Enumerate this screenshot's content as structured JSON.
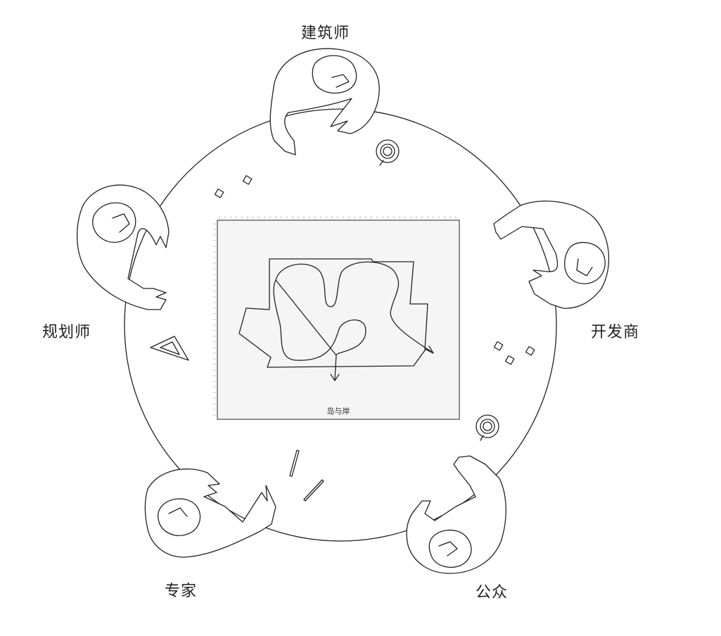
{
  "roles": {
    "architect": "建筑师",
    "planner": "规划师",
    "developer": "开发商",
    "expert": "专家",
    "public": "公众"
  },
  "plan": {
    "title": "岛与岸"
  },
  "colors": {
    "stroke": "#222222",
    "plan_fill": "#f5f5f5",
    "background": "#ffffff"
  },
  "objects": {
    "cups": [
      "coffee-cup",
      "coffee-cup"
    ],
    "tools": [
      "triangle-ruler",
      "pencil",
      "pencil"
    ],
    "notes": 5
  }
}
